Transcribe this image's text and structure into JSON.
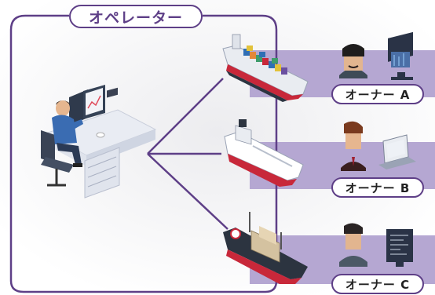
{
  "title": "オペレーター",
  "owners": [
    {
      "label": "オーナー A"
    },
    {
      "label": "オーナー B"
    },
    {
      "label": "オーナー C"
    }
  ],
  "colors": {
    "frame": "#5e3f87",
    "band": "#b5a7d2",
    "background_glow": "#e7e7ea",
    "desk": "#e9ecf3",
    "ship_hull_red": "#c8283a",
    "ship_hull_dark": "#2c3440"
  },
  "icons": [
    "operator-desk-icon",
    "container-ship-icon",
    "tanker-ship-icon",
    "cargo-ship-icon",
    "owner-person-icon",
    "monitor-icon",
    "laptop-icon"
  ]
}
